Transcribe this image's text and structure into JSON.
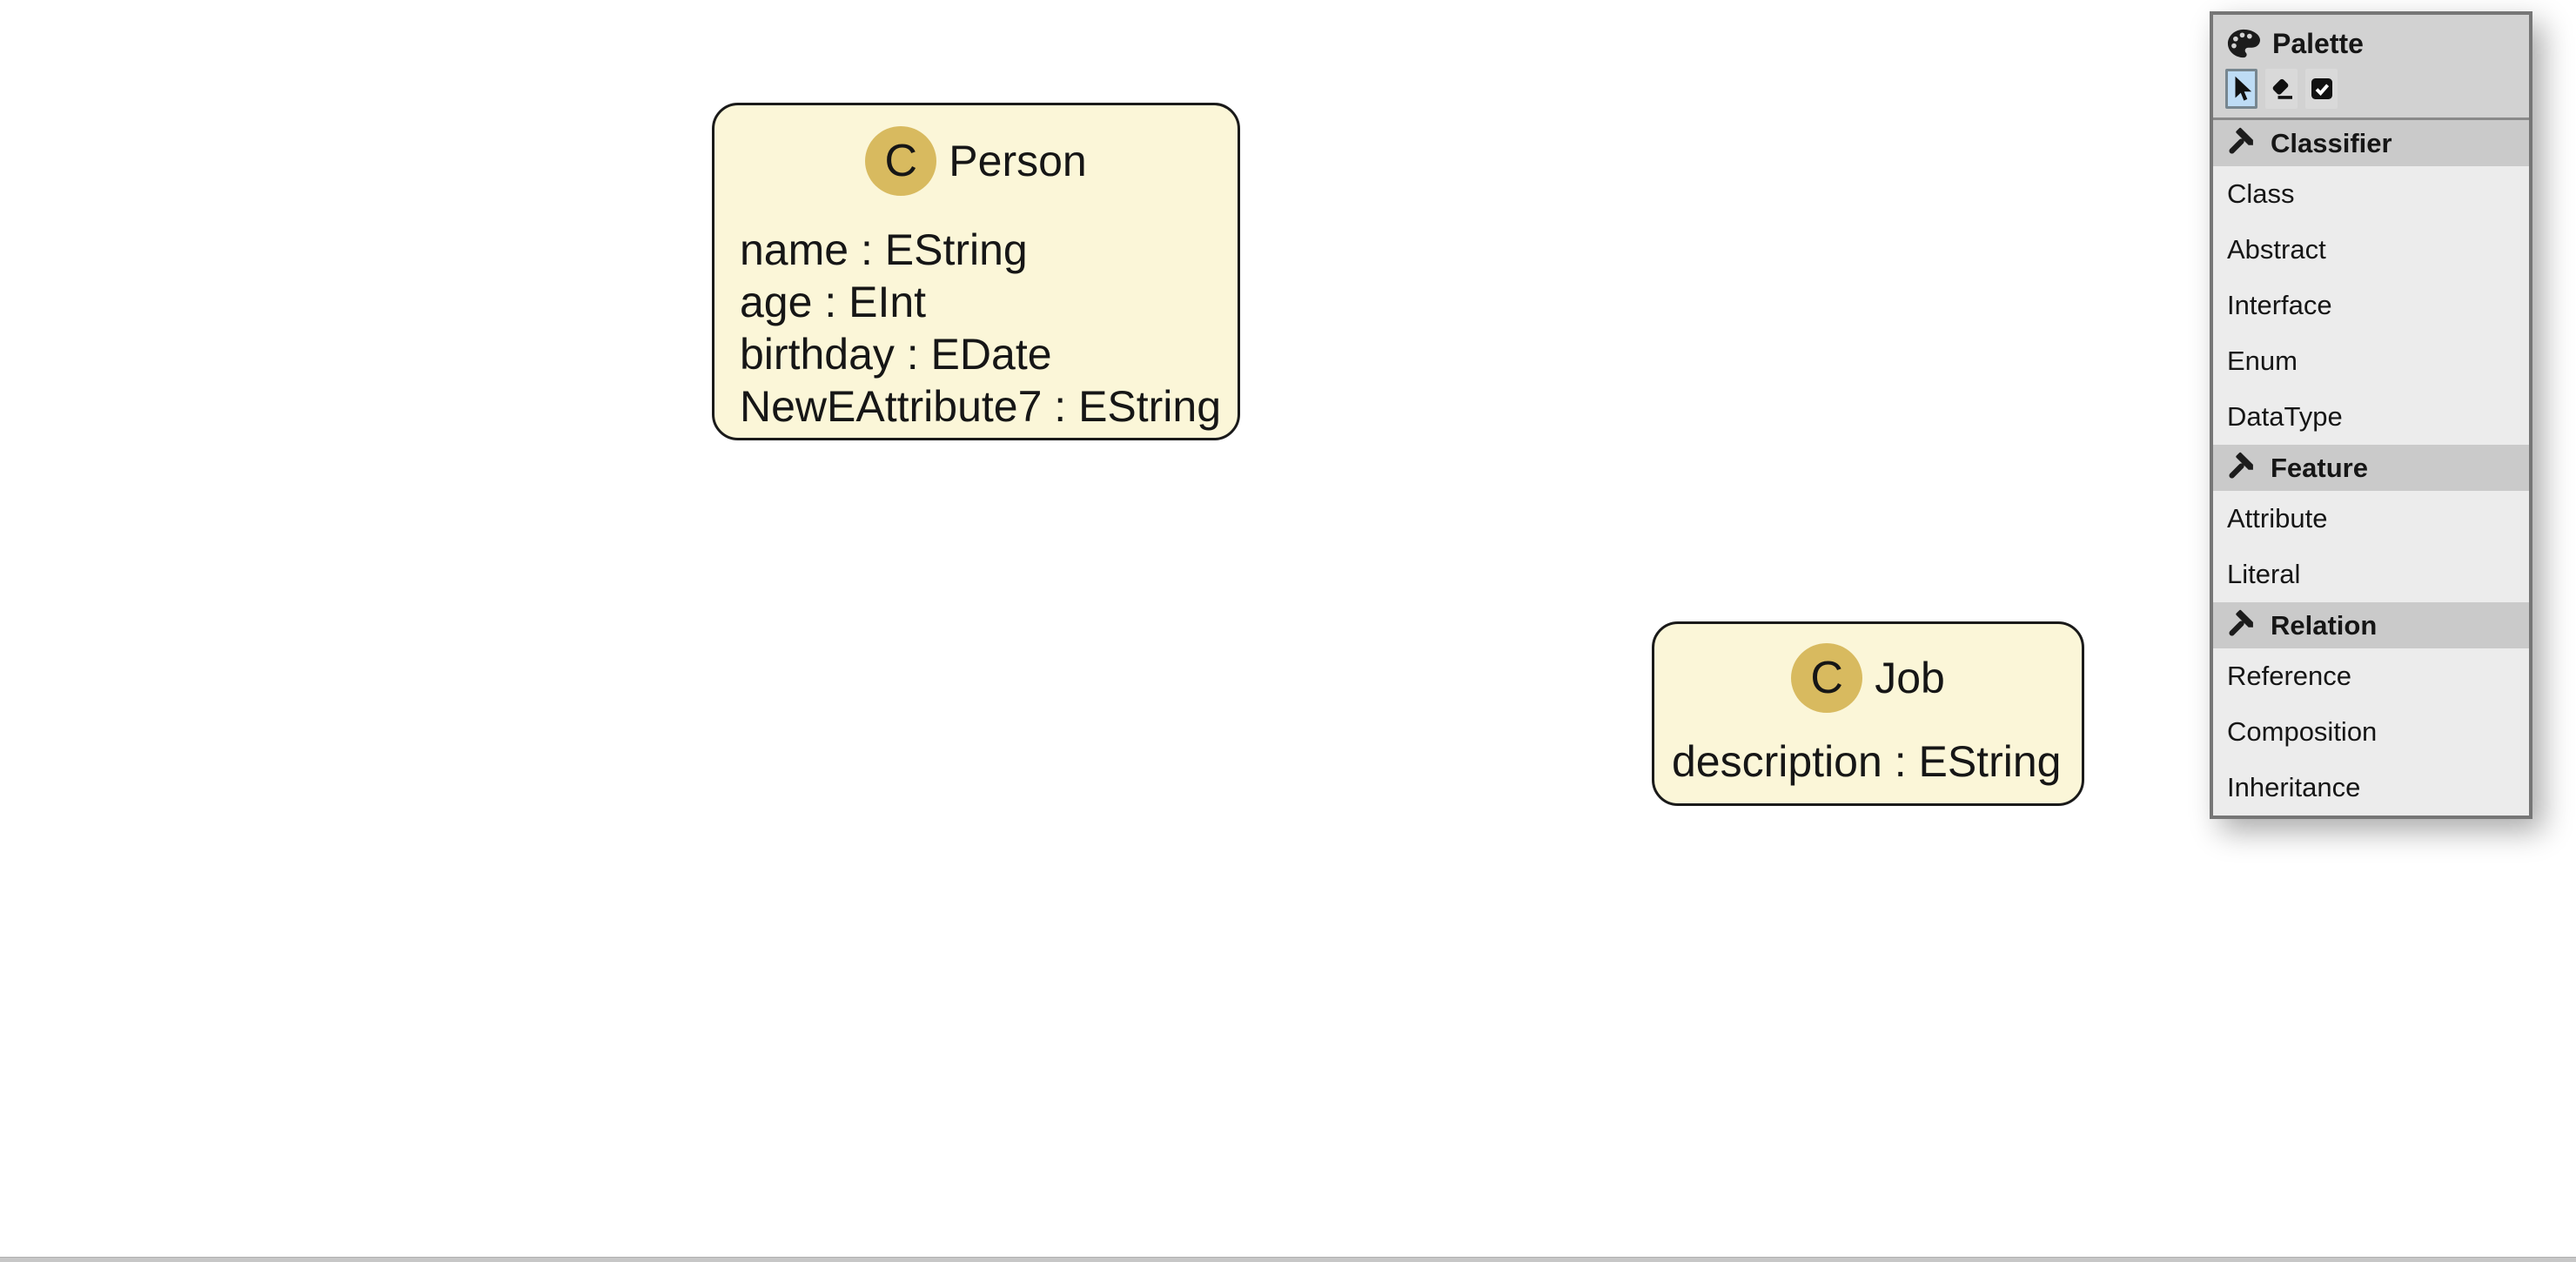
{
  "canvas": {
    "nodes": [
      {
        "badge": "C",
        "name": "Person",
        "attributes": [
          "name : EString",
          "age : EInt",
          "birthday : EDate",
          "NewEAttribute7 : EString"
        ]
      },
      {
        "badge": "C",
        "name": "Job",
        "attributes": [
          "description : EString"
        ]
      }
    ]
  },
  "palette": {
    "title": "Palette",
    "tools": [
      {
        "name": "selection",
        "icon": "cursor-icon",
        "selected": true
      },
      {
        "name": "erase",
        "icon": "eraser-icon",
        "selected": false
      },
      {
        "name": "validate",
        "icon": "checkbox-icon",
        "selected": false
      }
    ],
    "sections": [
      {
        "label": "Classifier",
        "icon": "hammer-icon",
        "items": [
          "Class",
          "Abstract",
          "Interface",
          "Enum",
          "DataType"
        ]
      },
      {
        "label": "Feature",
        "icon": "hammer-icon",
        "items": [
          "Attribute",
          "Literal"
        ]
      },
      {
        "label": "Relation",
        "icon": "hammer-icon",
        "items": [
          "Reference",
          "Composition",
          "Inheritance"
        ]
      }
    ]
  },
  "colors": {
    "node_fill": "#FBF6D8",
    "node_border": "#1A1A1A",
    "badge_fill": "#D8BA5F",
    "palette_header_bg": "#D2D2D2",
    "palette_body_bg": "#ECECEC",
    "palette_section_bg": "#CACACA",
    "palette_border": "#767676",
    "selected_tool_bg": "#BEDCF5",
    "canvas_bg": "#FFFFFF",
    "scrollbar": "#C7C7C7"
  }
}
